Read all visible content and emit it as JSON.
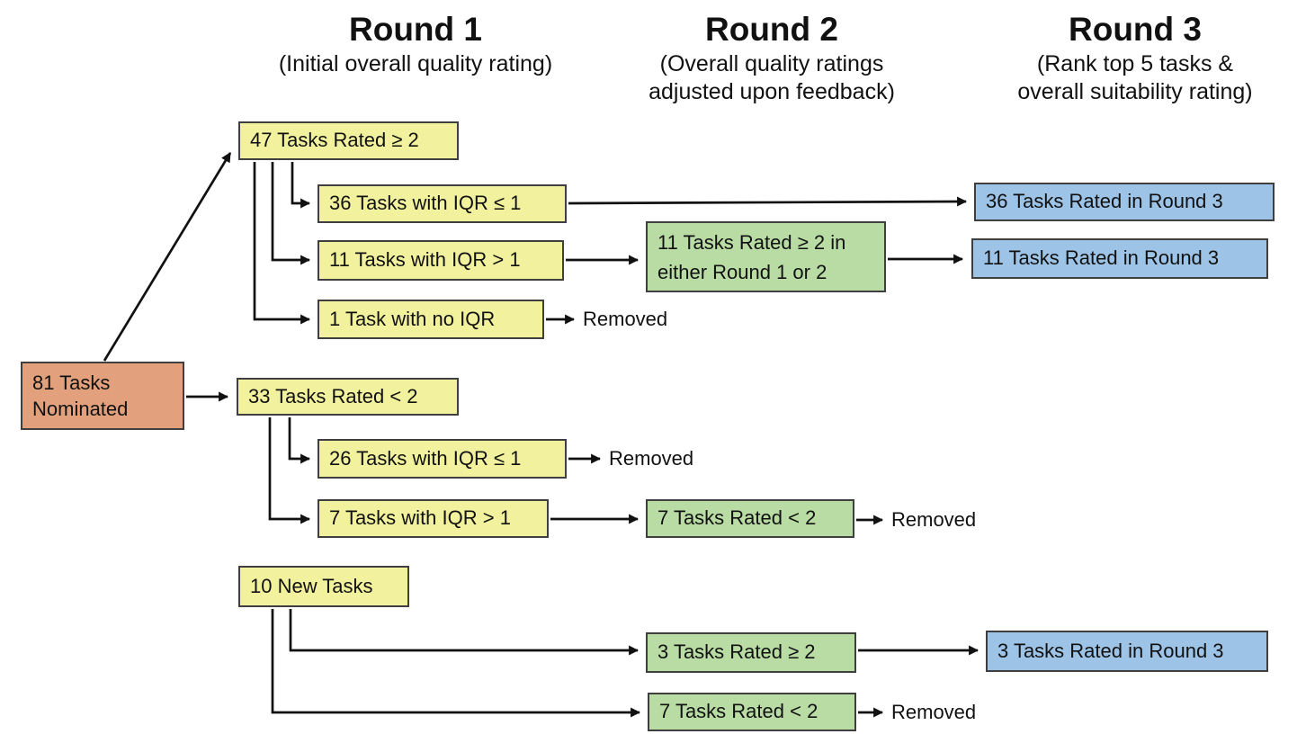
{
  "palette": {
    "orange": "#E2A17C",
    "yellow": "#F2F29E",
    "green": "#B9DCA5",
    "blue": "#9DC3E6",
    "box_border": "#3F3F3F",
    "arrow": "#111111",
    "background": "#FFFFFF"
  },
  "columns": [
    {
      "title": "Round 1",
      "subtitle_lines": [
        "(Initial overall quality rating)"
      ]
    },
    {
      "title": "Round 2",
      "subtitle_lines": [
        "(Overall quality ratings",
        "adjusted upon feedback)"
      ]
    },
    {
      "title": "Round 3",
      "subtitle_lines": [
        "(Rank top 5 tasks &",
        "overall suitability rating)"
      ]
    }
  ],
  "nodes": [
    {
      "id": "tasks-nominated",
      "color": "orange",
      "line1": "81 Tasks",
      "line2": "Nominated"
    },
    {
      "id": "rated-ge2",
      "color": "yellow",
      "text": "47 Tasks Rated ≥ 2"
    },
    {
      "id": "iqr-le1-top",
      "color": "yellow",
      "text": "36 Tasks with IQR ≤ 1"
    },
    {
      "id": "iqr-gt1-top",
      "color": "yellow",
      "text": "11 Tasks with IQR > 1"
    },
    {
      "id": "no-iqr",
      "color": "yellow",
      "text": "1 Task with no IQR"
    },
    {
      "id": "rated-lt2",
      "color": "yellow",
      "text": "33 Tasks Rated < 2"
    },
    {
      "id": "iqr-le1-mid",
      "color": "yellow",
      "text": "26 Tasks with IQR ≤ 1"
    },
    {
      "id": "iqr-gt1-mid",
      "color": "yellow",
      "text": "7 Tasks with IQR > 1"
    },
    {
      "id": "new-tasks",
      "color": "yellow",
      "text": "10 New Tasks"
    },
    {
      "id": "r2-ge2-either",
      "color": "green",
      "line1": "11 Tasks Rated ≥ 2 in",
      "line2": "either Round 1 or 2"
    },
    {
      "id": "r2-lt2-mid",
      "color": "green",
      "text": "7 Tasks Rated < 2"
    },
    {
      "id": "r2-ge2-new",
      "color": "green",
      "text": "3 Tasks Rated ≥ 2"
    },
    {
      "id": "r2-lt2-new",
      "color": "green",
      "text": "7 Tasks Rated < 2"
    },
    {
      "id": "r3-from-36",
      "color": "blue",
      "text": "36 Tasks Rated in Round 3"
    },
    {
      "id": "r3-from-11",
      "color": "blue",
      "text": "11 Tasks Rated in Round 3"
    },
    {
      "id": "r3-from-3",
      "color": "blue",
      "text": "3 Tasks Rated in Round 3"
    }
  ],
  "removed_labels": [
    "Removed",
    "Removed",
    "Removed",
    "Removed"
  ]
}
